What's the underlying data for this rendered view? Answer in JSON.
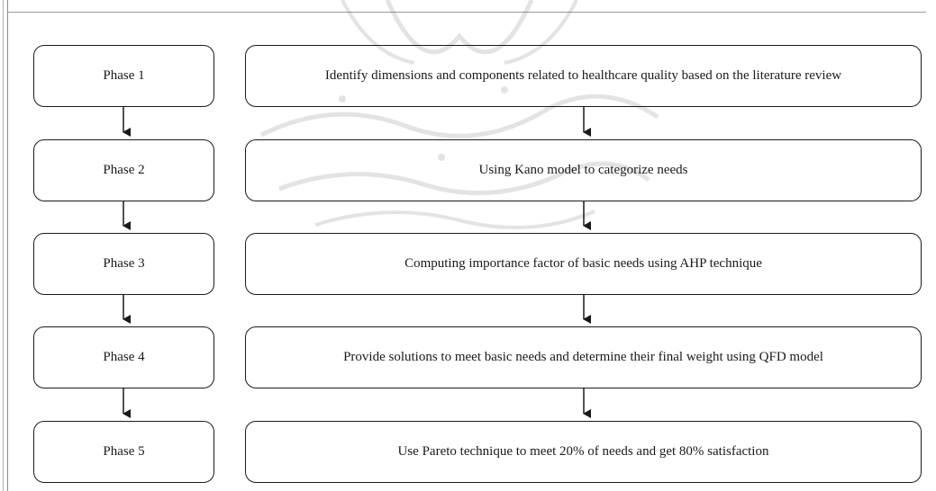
{
  "diagram": {
    "phases": [
      {
        "label": "Phase 1",
        "description": "Identify dimensions and components related to healthcare quality based on the literature review"
      },
      {
        "label": "Phase 2",
        "description": "Using Kano model to categorize needs"
      },
      {
        "label": "Phase 3",
        "description": "Computing importance factor of basic needs using AHP technique"
      },
      {
        "label": "Phase 4",
        "description": "Provide solutions to meet basic needs and determine their final weight using QFD model"
      },
      {
        "label": "Phase 5",
        "description": "Use Pareto technique to meet 20% of needs and get 80% satisfaction"
      }
    ],
    "stroke_color": "#1a1a1a"
  }
}
